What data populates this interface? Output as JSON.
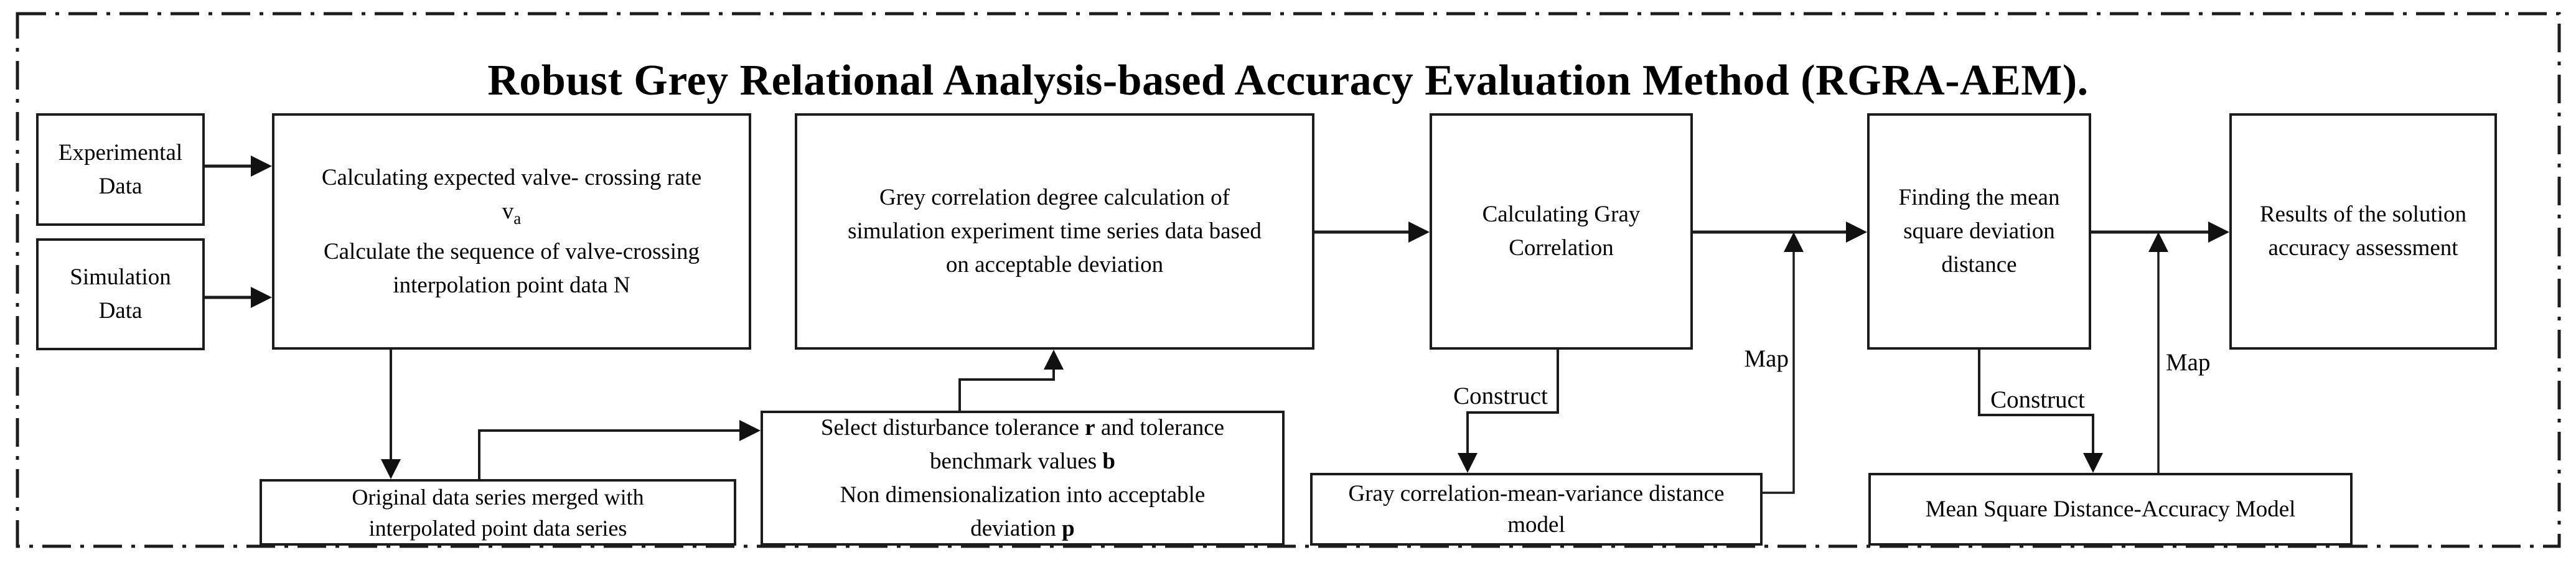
{
  "figure_title": "Robust Grey Relational Analysis-based Accuracy Evaluation Method (RGRA-AEM).",
  "colors": {
    "ink": "#000000",
    "background": "#ffffff",
    "box_border": "#1c1c1c"
  },
  "boxes": {
    "experimental_data": {
      "lines": [
        "Experimental",
        "Data"
      ]
    },
    "simulation_data": {
      "lines": [
        "Simulation",
        "Data"
      ]
    },
    "valve_crossing_calc": {
      "line1": "Calculating expected valve- crossing rate",
      "rate_symbol": "v",
      "rate_subscript": "a",
      "line3": "Calculate the sequence of valve-crossing",
      "line4": "interpolation point data N"
    },
    "grey_corr_degree": {
      "lines": [
        "Grey correlation degree calculation of",
        "simulation experiment time series data based",
        "on acceptable deviation"
      ]
    },
    "calc_gray_correlation": {
      "lines": [
        "Calculating Gray",
        "Correlation"
      ]
    },
    "mean_square_deviation": {
      "lines": [
        "Finding the mean",
        "square deviation",
        "distance"
      ]
    },
    "results": {
      "lines": [
        "Results of the solution",
        "accuracy assessment"
      ]
    },
    "merged_series": {
      "lines": [
        "Original data series merged with",
        "interpolated point data series"
      ]
    },
    "select_tolerance": {
      "line1_pre": "Select disturbance tolerance ",
      "line1_bold": "r",
      "line1_post": " and tolerance",
      "line2_pre": "benchmark values ",
      "line2_bold": "b",
      "line3": "Non dimensionalization into acceptable",
      "line4_pre": "deviation ",
      "line4_bold": "p"
    },
    "gray_corr_variance_model": {
      "lines": [
        "Gray correlation-mean-variance distance",
        "model"
      ]
    },
    "ms_distance_accuracy_model": {
      "lines": [
        "Mean Square Distance-Accuracy Model"
      ]
    }
  },
  "edge_labels": {
    "construct_gray": "Construct",
    "map_gray": "Map",
    "construct_ms": "Construct",
    "map_ms": "Map"
  }
}
